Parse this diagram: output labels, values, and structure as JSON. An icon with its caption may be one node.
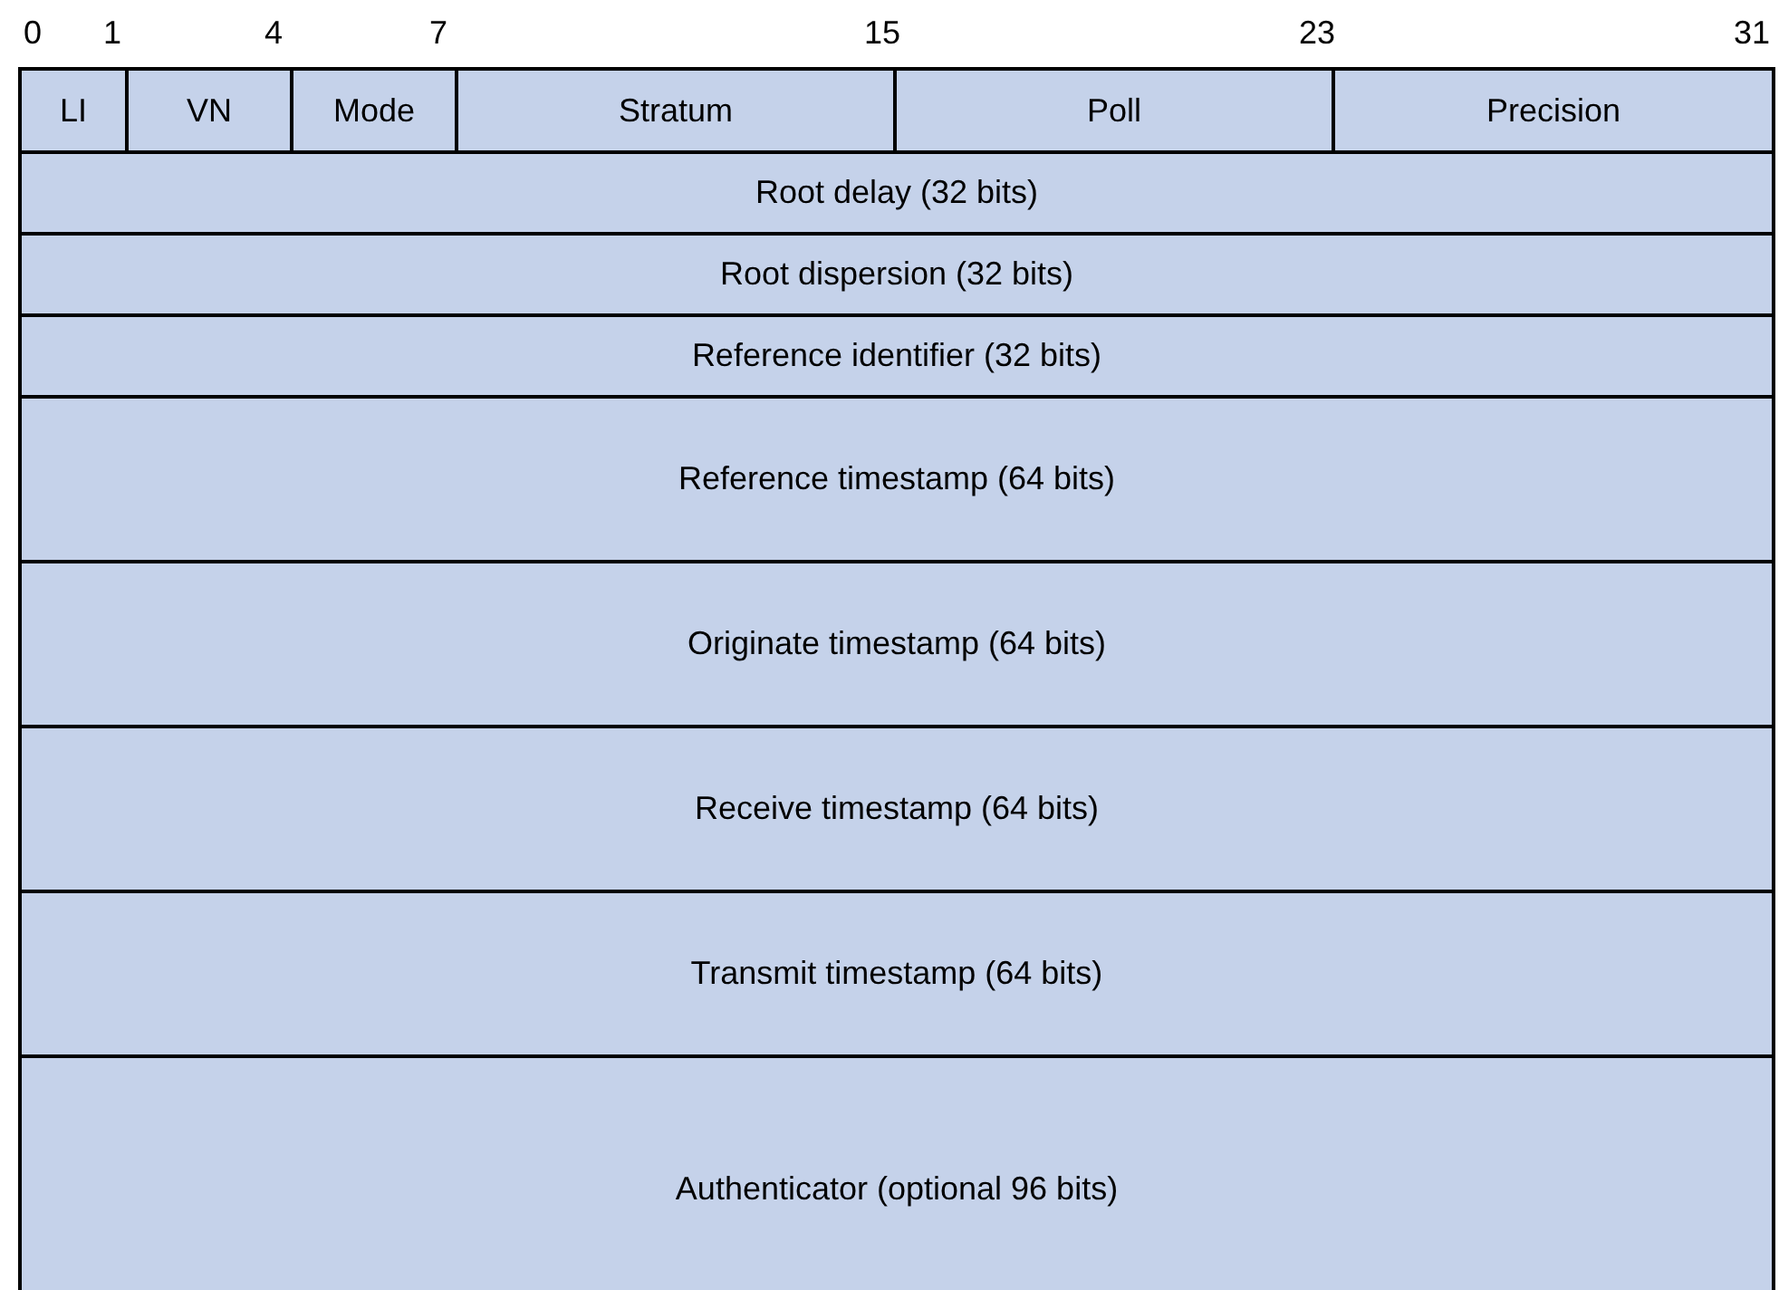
{
  "diagram": {
    "nodes": [
      {
        "text": [
          "LI"
        ]
      },
      {
        "text": [
          "VN"
        ]
      },
      {
        "text": [
          "Mode"
        ]
      },
      {
        "text": [
          "Stratum"
        ]
      },
      {
        "text": [
          "Poll"
        ]
      },
      {
        "text": [
          "Precision"
        ]
      },
      {
        "text": [
          "Root delay (32 bits)"
        ]
      },
      {
        "text": [
          "Root dispersion (32 bits)"
        ]
      },
      {
        "text": [
          "Reference identifier (32 bits)"
        ]
      },
      {
        "text": [
          "Reference timestamp (64 bits)"
        ]
      },
      {
        "text": [
          "Originate timestamp (64 bits)"
        ]
      },
      {
        "text": [
          "Receive timestamp (64 bits)"
        ]
      },
      {
        "text": [
          "Transmit timestamp (64 bits)"
        ]
      },
      {
        "text": [
          "Authenticator (optional 96 bits)"
        ]
      }
    ],
    "labels": [
      "0",
      "1",
      "4",
      "7",
      "15",
      "23",
      "31"
    ]
  }
}
